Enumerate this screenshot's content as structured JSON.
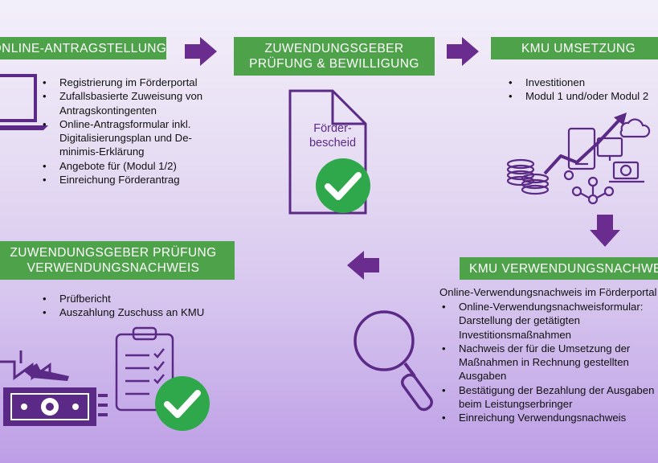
{
  "step1": {
    "title": "ONLINE-ANTRAGSTELLUNG",
    "items": [
      "Registrierung im Förderportal",
      "Zufallsbasierte Zuweisung von Antragskontingenten",
      "Online-Antragsformular inkl. Digitalisierungsplan und De-minimis-Erklärung",
      "Angebote für (Modul 1/2)",
      "Einreichung Förderantrag"
    ]
  },
  "step2": {
    "title_line1": "ZUWENDUNGSGEBER",
    "title_line2": "PRÜFUNG & BEWILLIGUNG",
    "doc_label_line1": "Förder-",
    "doc_label_line2": "bescheid"
  },
  "step3": {
    "title": "KMU UMSETZUNG",
    "items": [
      "Investitionen",
      "Modul 1 und/oder Modul 2"
    ]
  },
  "step4": {
    "title": "KMU VERWENDUNGSNACHWEIS",
    "intro": "Online-Verwendungsnachweis im Förderportal",
    "items": [
      "Online-Verwendungsnachweisformular: Darstellung der getätigten Investitionsmaßnahmen",
      "Nachweis der für die Umsetzung der Maßnahmen in Rechnung gestellten Ausgaben",
      "Bestätigung der Bezahlung der Ausgaben beim Leistungserbringer",
      "Einreichung Verwendungsnachweis"
    ]
  },
  "step5": {
    "title_line1": "ZUWENDUNGSGEBER PRÜFUNG",
    "title_line2": "VERWENDUNGSNACHWEIS",
    "items": [
      "Prüfbericht",
      "Auszahlung Zuschuss an KMU"
    ]
  },
  "colors": {
    "banner_green": "#4ea24a",
    "arrow_purple": "#6a2c8e",
    "icon_purple": "#5b2a86",
    "check_green": "#2ea84a"
  }
}
